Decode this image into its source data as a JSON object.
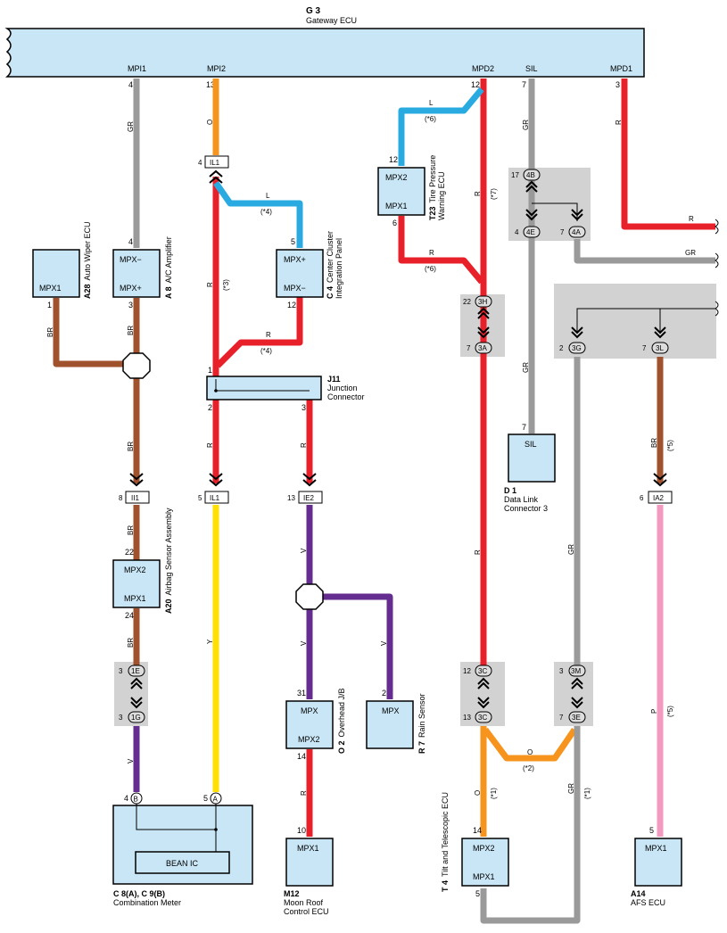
{
  "gateway": {
    "code": "G 3",
    "name": "Gateway ECU",
    "terms": [
      "MPI1",
      "MPI2",
      "MPD2",
      "SIL",
      "MPD1"
    ],
    "pins": [
      "4",
      "13",
      "12",
      "7",
      "3"
    ]
  },
  "colors": {
    "GR": "#9a9a9a",
    "O": "#f7941d",
    "L": "#29abe2",
    "R": "#e8202a",
    "BR": "#a0522d",
    "Y": "#ffe000",
    "V": "#662d91",
    "P": "#f49ac1",
    "comp": "#c8e6f5"
  },
  "labels": {
    "gr1": "GR",
    "o1": "O",
    "l1": "L",
    "note4a": "(*4)",
    "r1": "R",
    "note3": "(*3)",
    "r2": "R",
    "note4b": "(*4)",
    "l2": "L",
    "note6a": "(*6)",
    "r3": "R",
    "note6b": "(*6)",
    "r4": "R",
    "note7": "(*7)",
    "gr2": "GR",
    "r5": "R",
    "r6": "R",
    "gr3": "GR",
    "br1": "BR",
    "br2": "BR",
    "r7": "R",
    "r8": "R",
    "gr4": "GR",
    "br3": "BR",
    "note5a": "(*5)",
    "r9": "R",
    "br4": "BR",
    "br5": "BR",
    "y1": "Y",
    "v1": "V",
    "v2": "V",
    "v3": "V",
    "r10": "R",
    "o2": "O",
    "note2": "(*2)",
    "o3": "O",
    "note1a": "(*1)",
    "gr5": "GR",
    "note1b": "(*1)",
    "gr6": "GR",
    "p1": "P",
    "note5b": "(*5)"
  },
  "components": {
    "a28": {
      "code": "A28",
      "name": "Auto Wiper ECU",
      "t1": "MPX1",
      "p1": "1"
    },
    "a8": {
      "code": "A 8",
      "name": "A/C Amplifier",
      "t1": "MPX−",
      "t2": "MPX+",
      "p1": "4",
      "p2": "3"
    },
    "c4": {
      "code": "C 4",
      "name1": "Center Cluster",
      "name2": "Integration Panel",
      "t1": "MPX+",
      "t2": "MPX−",
      "p1": "5",
      "p2": "12"
    },
    "t23": {
      "code": "T23",
      "name1": "Tire Pressure",
      "name2": "Warning ECU",
      "t1": "MPX2",
      "t2": "MPX1",
      "p1": "12",
      "p2": "6"
    },
    "j11": {
      "code": "J11",
      "name1": "Junction",
      "name2": "Connector",
      "p1": "1",
      "p2": "2",
      "p3": "3"
    },
    "d1": {
      "code": "D 1",
      "name1": "Data Link",
      "name2": "Connector 3",
      "t1": "SIL",
      "p1": "7"
    },
    "a20": {
      "code": "A20",
      "name": "Airbag Sensor Assembly",
      "t1": "MPX2",
      "t2": "MPX1",
      "p1": "22",
      "p2": "24"
    },
    "o2": {
      "code": "O 2",
      "name": "Overhead J/B",
      "t1": "MPX",
      "t2": "MPX2",
      "p1": "31",
      "p2": "14"
    },
    "r7": {
      "code": "R 7",
      "name": "Rain Sensor",
      "t1": "MPX",
      "p1": "2"
    },
    "c8": {
      "code": "C 8(A), C 9(B)",
      "name": "Combination Meter",
      "ic": "BEAN IC",
      "pb": "B",
      "pa": "A",
      "p1": "4",
      "p2": "5"
    },
    "m12": {
      "code": "M12",
      "name1": "Moon Roof",
      "name2": "Control ECU",
      "t1": "MPX1",
      "p1": "10"
    },
    "t4": {
      "code": "T 4",
      "name": "Tilt and Telescopic ECU",
      "t1": "MPX2",
      "t2": "MPX1",
      "p1": "14",
      "p2": "5"
    },
    "a14": {
      "code": "A14",
      "name": "AFS ECU",
      "t1": "MPX1",
      "p1": "5"
    }
  },
  "connectors": {
    "il1a": {
      "id": "IL1",
      "pin": "4"
    },
    "il1b": {
      "id": "IL1",
      "pin": "5"
    },
    "ii1": {
      "id": "II1",
      "pin": "8"
    },
    "ie2": {
      "id": "IE2",
      "pin": "13"
    },
    "ia2": {
      "id": "IA2",
      "pin": "6"
    }
  },
  "pins": {
    "p4b": {
      "id": "4B",
      "n": "17"
    },
    "p4e": {
      "id": "4E",
      "n": "4"
    },
    "p4a": {
      "id": "4A",
      "n": "7"
    },
    "p3h": {
      "id": "3H",
      "n": "22"
    },
    "p3a": {
      "id": "3A",
      "n": "7"
    },
    "p3g": {
      "id": "3G",
      "n": "2"
    },
    "p3l": {
      "id": "3L",
      "n": "7"
    },
    "p1e": {
      "id": "1E",
      "n": "3"
    },
    "p1g": {
      "id": "1G",
      "n": "3"
    },
    "p3c1": {
      "id": "3C",
      "n": "12"
    },
    "p3c2": {
      "id": "3C",
      "n": "13"
    },
    "p3m": {
      "id": "3M",
      "n": "3"
    },
    "p3e": {
      "id": "3E",
      "n": "7"
    }
  }
}
